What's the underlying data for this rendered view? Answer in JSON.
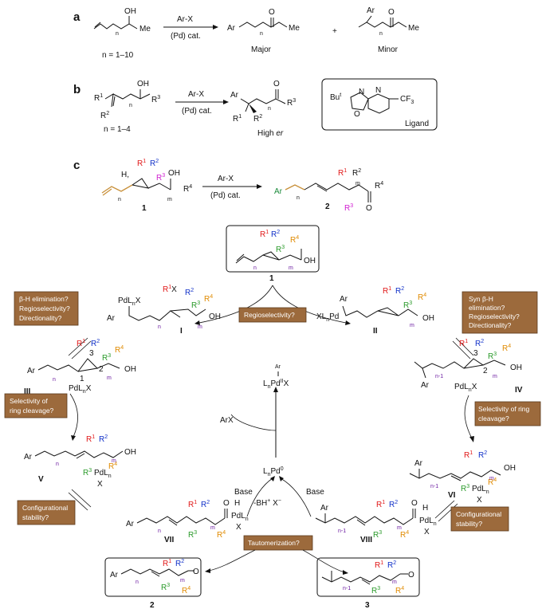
{
  "panels": {
    "a": {
      "label": "a",
      "substrate": {
        "oh": "OH",
        "me": "Me",
        "n": "n"
      },
      "condition_top": "Ar-X",
      "condition_bottom": "(Pd) cat.",
      "range": "n = 1–10",
      "major": {
        "ar": "Ar",
        "n": "n",
        "me": "Me",
        "label": "Major"
      },
      "plus": "+",
      "minor": {
        "ar": "Ar",
        "n": "n",
        "me": "Me",
        "label": "Minor"
      }
    },
    "b": {
      "label": "b",
      "substrate": {
        "r1": "R1",
        "r2": "R2",
        "r3": "R3",
        "oh": "OH",
        "n": "n"
      },
      "condition_top": "Ar-X",
      "condition_bottom": "(Pd) cat.",
      "range": "n = 1–4",
      "product": {
        "ar": "Ar",
        "r1": "R1",
        "r2": "R2",
        "r3": "R3",
        "n": "n",
        "er_label": "High er"
      },
      "ligand": {
        "tbu": "But",
        "n_atom": "N",
        "o_atom": "O",
        "n_pyr": "N",
        "cf3": "CF3",
        "label": "Ligand"
      }
    },
    "c": {
      "label": "c",
      "substrate": {
        "h": "H",
        "r1": "R1",
        "r2": "R2",
        "r3": "R3",
        "r4": "R4",
        "oh": "OH",
        "n": "n",
        "m": "m",
        "number": "1"
      },
      "condition_top": "Ar-X",
      "condition_bottom": "(Pd) cat.",
      "product": {
        "ar": "Ar",
        "n": "n",
        "r1": "R1",
        "r2": "R2",
        "r3": "R3",
        "r4": "R4",
        "m": "m",
        "number": "2"
      }
    }
  },
  "cycle": {
    "start_number": "1",
    "intermediates": {
      "I": "I",
      "II": "II",
      "III": "III",
      "IV": "IV",
      "V": "V",
      "VI": "VI",
      "VII": "VII",
      "VIII": "VIII"
    },
    "pd_species": {
      "pdlnx": "PdLnX",
      "xlnpd": "XLnPd",
      "pdiix": "LnPdIIX",
      "pd0": "LnPd0",
      "pdln": "PdLn",
      "ar_on_pd": "Ar"
    },
    "reagents": {
      "arx": "ArX",
      "base_left": "Base",
      "base_right": "Base",
      "bh": "-BH+ X-"
    },
    "questions": {
      "left_top": [
        "β-H elimination?",
        "Regioselectivity?",
        "Directionality?"
      ],
      "center": "Regioselectivity?",
      "right_top": [
        "Syn β-H",
        "elimination?",
        "Regioselectivity?",
        "Directionality?"
      ],
      "left_mid": [
        "Selectivity of",
        "ring cleavage?"
      ],
      "right_mid": [
        "Selectivity of ring",
        "cleavage?"
      ],
      "left_low": [
        "Configurational",
        "stability?"
      ],
      "right_low": [
        "Configurational",
        "stability?"
      ],
      "bottom": "Tautomerization?"
    },
    "products": {
      "left": "2",
      "right": "3"
    },
    "labels": {
      "ar": "Ar",
      "oh": "OH",
      "o": "O",
      "h": "H",
      "x": "X",
      "r1": "R1",
      "r2": "R2",
      "r3": "R3",
      "r4": "R4",
      "n": "n",
      "m": "m",
      "n_minus_1": "n-1",
      "c1": "1",
      "c2": "2",
      "c3": "3"
    }
  },
  "colors": {
    "r1": "#e01818",
    "r2": "#1030c8",
    "r3": "#2a9a2a",
    "r4": "#e08a00",
    "r3_panel_c": "#d020d0",
    "index_m_n": "#6a1aa0",
    "question_box": "#9c6a3c",
    "tether": "#c8903a",
    "aryl": "#1a8a3a"
  }
}
